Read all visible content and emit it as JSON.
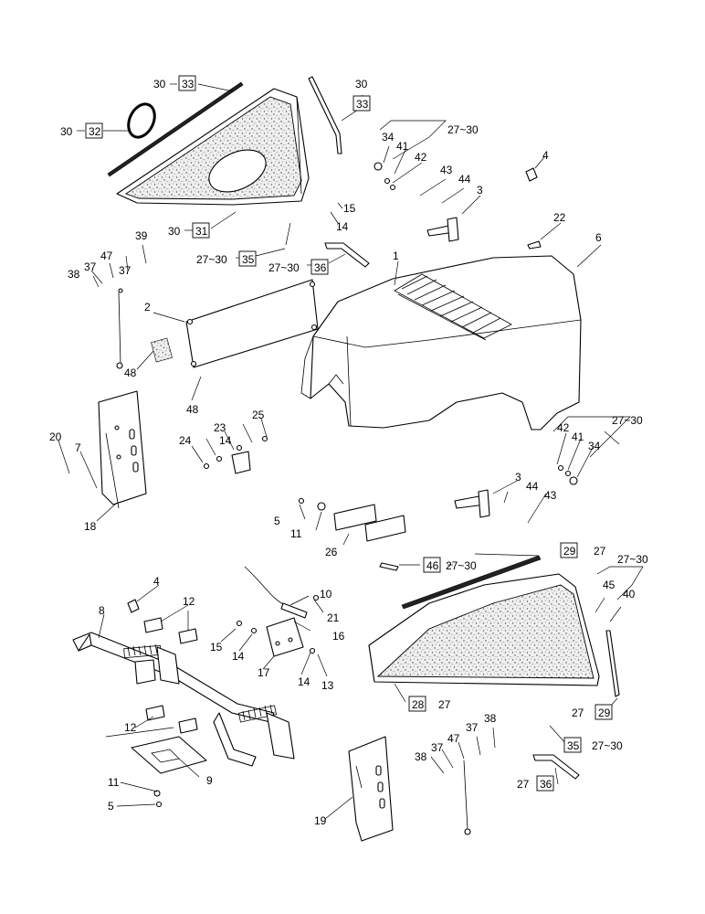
{
  "callouts": [
    {
      "id": "c1",
      "parts": [
        "30",
        "33"
      ],
      "boxed": "33"
    },
    {
      "id": "c2",
      "parts": [
        "30",
        "33"
      ],
      "boxed": "33"
    },
    {
      "id": "c3",
      "parts": [
        "30",
        "32"
      ],
      "boxed": "32"
    },
    {
      "id": "c4",
      "parts": [
        "30",
        "31"
      ],
      "boxed": "31"
    },
    {
      "id": "c5",
      "parts": [
        "27~30",
        "35"
      ],
      "boxed": "35"
    },
    {
      "id": "c6",
      "parts": [
        "27~30",
        "36"
      ],
      "boxed": "36"
    },
    {
      "id": "c7",
      "parts": [
        "46",
        "27~30"
      ],
      "boxed": "46"
    },
    {
      "id": "c8",
      "parts": [
        "29",
        "27"
      ],
      "boxed": "29"
    },
    {
      "id": "c9",
      "parts": [
        "28",
        "27"
      ],
      "boxed": "28"
    },
    {
      "id": "c10",
      "parts": [
        "27",
        "29"
      ],
      "boxed": "29"
    },
    {
      "id": "c11",
      "parts": [
        "35",
        "27~30"
      ],
      "boxed": "35"
    },
    {
      "id": "c12",
      "parts": [
        "27",
        "36"
      ],
      "boxed": "36"
    }
  ],
  "labels": {
    "g27_30a": "27~30",
    "g27_30b": "27~30",
    "g27_30c": "27~30",
    "n1": "1",
    "n2": "2",
    "n3a": "3",
    "n3b": "3",
    "n4a": "4",
    "n4b": "4",
    "n5a": "5",
    "n5b": "5",
    "n6": "6",
    "n7": "7",
    "n8": "8",
    "n9": "9",
    "n10": "10",
    "n11a": "11",
    "n11b": "11",
    "n12a": "12",
    "n12b": "12",
    "n13": "13",
    "n14a": "14",
    "n14b": "14",
    "n14c": "14",
    "n14d": "14",
    "n15a": "15",
    "n15b": "15",
    "n16": "16",
    "n17": "17",
    "n18": "18",
    "n19": "19",
    "n20": "20",
    "n21": "21",
    "n22": "22",
    "n23": "23",
    "n24": "24",
    "n25": "25",
    "n26": "26",
    "n34a": "34",
    "n34b": "34",
    "n37a": "37",
    "n37b": "37",
    "n37c": "37",
    "n37d": "37",
    "n38a": "38",
    "n38b": "38",
    "n38c": "38",
    "n39": "39",
    "n40": "40",
    "n41a": "41",
    "n41b": "41",
    "n42a": "42",
    "n42b": "42",
    "n43a": "43",
    "n43b": "43",
    "n44a": "44",
    "n44b": "44",
    "n45": "45",
    "n47a": "47",
    "n47b": "47",
    "n48a": "48",
    "n48b": "48"
  }
}
